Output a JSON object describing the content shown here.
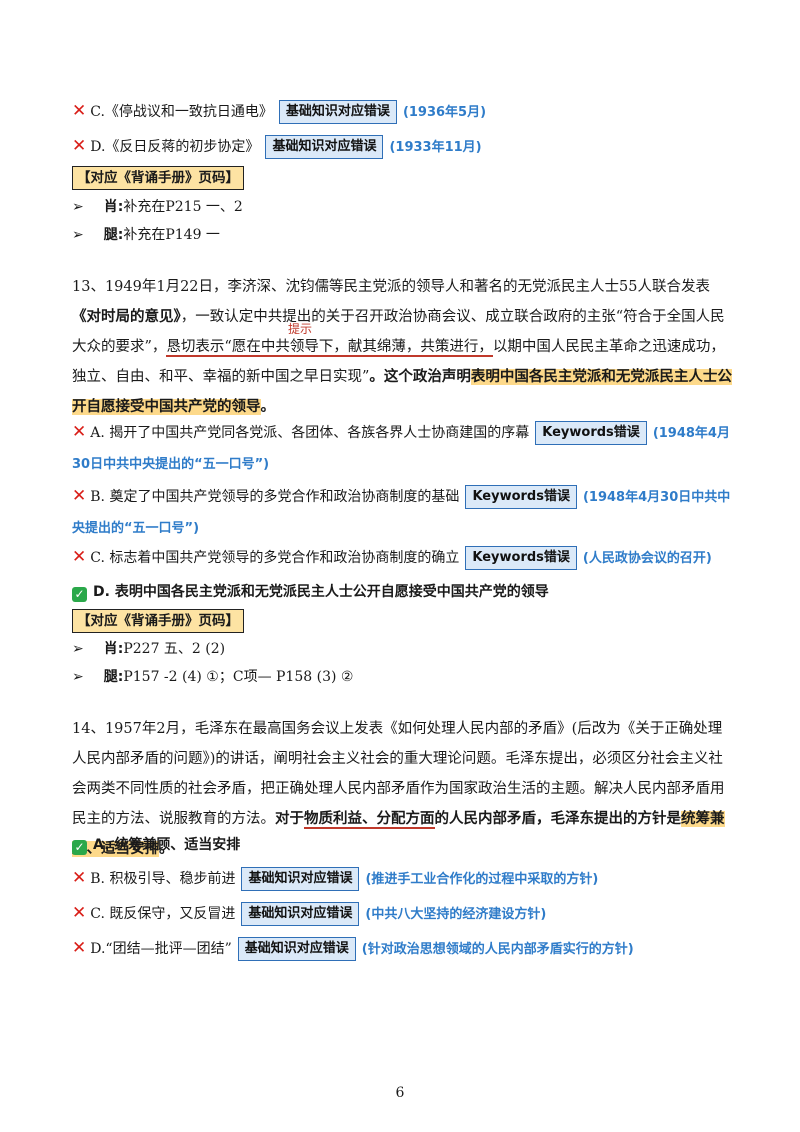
{
  "q12": {
    "opt_c": {
      "text": "C.《停战议和一致抗日通电》",
      "tag": "基础知识对应错误",
      "note": "(1936年5月)"
    },
    "opt_d": {
      "text": "D.《反日反蒋的初步协定》",
      "tag": "基础知识对应错误",
      "note": "(1933年11月)"
    },
    "handbook": "【对应《背诵手册》页码】",
    "ref1": {
      "label": "肖:",
      "text": "补充在P215 一、2"
    },
    "ref2": {
      "label": "腿:",
      "text": "补充在P149 一"
    }
  },
  "q13": {
    "p1": "13、1949年1月22日，李济深、沈钧儒等民主党派的领导人和著名的无党派民主人士55人联合发表",
    "p_title": "《对时局的意见》",
    "p2": "，一致认定中共提出的关于召开政治协商会议、成立联合政府的主张“符合于全国人民大众的要求”，",
    "p_ul": "恳切表示“愿在中共领导下，献其绵薄，共策进行，",
    "p3": "以期中国人民民主革命之迅速成功，独立、自由、和平、幸福的新中国之早日实现”",
    "p_bold": "。这个政治声明",
    "p_hl": "表明中国各民主党派和无党派民主人士公开自愿接受中国共产党的领导",
    "p_end": "。",
    "hint": "提示",
    "opt_a": {
      "text": "A. 揭开了中国共产党同各党派、各团体、各族各界人士协商建国的序幕",
      "tag": "Keywords错误",
      "note": "(1948年4月30日中共中央提出的“五一口号”)"
    },
    "opt_b": {
      "text": "B. 奠定了中国共产党领导的多党合作和政治协商制度的基础",
      "tag": "Keywords错误",
      "note": "(1948年4月30日中共中央提出的“五一口号”)"
    },
    "opt_c": {
      "text": "C. 标志着中国共产党领导的多党合作和政治协商制度的确立",
      "tag": "Keywords错误",
      "note": "(人民政协会议的召开)"
    },
    "opt_d": {
      "text": "D. 表明中国各民主党派和无党派民主人士公开自愿接受中国共产党的领导"
    },
    "handbook": "【对应《背诵手册》页码】",
    "ref1": {
      "label": "肖:",
      "text": "P227 五、2 (2)"
    },
    "ref2": {
      "label": "腿:",
      "text": "P157 -2 (4) ①；C项—   P158 (3) ②"
    }
  },
  "q14": {
    "p1": "14、1957年2月，毛泽东在最高国务会议上发表《如何处理人民内部的矛盾》(后改为《关于正确处理人民内部矛盾的问题》)的讲话，阐明社会主义社会的重大理论问题。毛泽东提出，必须区分社会主义社会两类不同性质的社会矛盾，把正确处理人民内部矛盾作为国家政治生活的主题。解决人民内部矛盾用民主的方法、说服教育的方法。",
    "p_bold1": "对于",
    "p_ul": "物质利益、分配方面",
    "p_bold2": "的人民内部矛盾，毛泽东提出的方针是",
    "p_hl": "统筹兼顾、适当安排",
    "p_end": "。",
    "opt_a": {
      "text": "A. 统筹兼顾、适当安排"
    },
    "opt_b": {
      "text": "B. 积极引导、稳步前进",
      "tag": "基础知识对应错误",
      "note": "(推进手工业合作化的过程中采取的方针)"
    },
    "opt_c": {
      "text": "C. 既反保守，又反冒进",
      "tag": "基础知识对应错误",
      "note": "(中共八大坚持的经济建设方针)"
    },
    "opt_d": {
      "text": "D.“团结—批评—团结”",
      "tag": "基础知识对应错误",
      "note": "(针对政治思想领域的人民内部矛盾实行的方针)"
    }
  },
  "page_number": "6",
  "colors": {
    "wrong": "#d91e18",
    "right": "#2aa84a",
    "note": "#2f7cc9",
    "highlight": "#fdd98a"
  }
}
